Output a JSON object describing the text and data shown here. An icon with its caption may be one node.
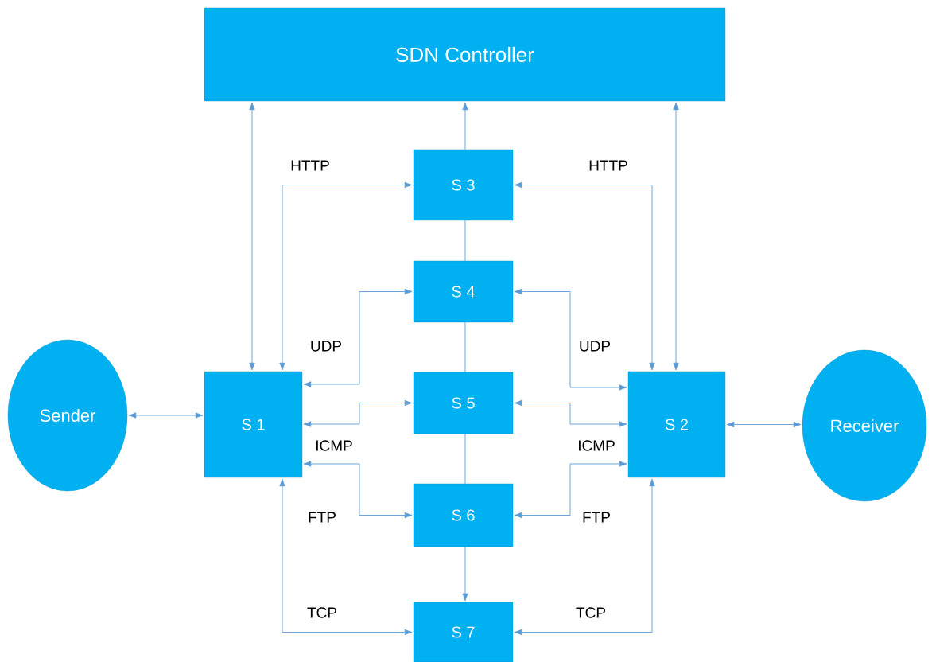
{
  "diagram": {
    "nodes": [
      {
        "text": [
          "SDN Controller"
        ]
      },
      {
        "text": [
          "S 3"
        ]
      },
      {
        "text": [
          "S 4"
        ]
      },
      {
        "text": [
          "Sender"
        ]
      },
      {
        "text": [
          "S 1"
        ]
      },
      {
        "text": [
          "S 5"
        ]
      },
      {
        "text": [
          "S 2"
        ]
      },
      {
        "text": [
          "Receiver"
        ]
      },
      {
        "text": [
          "S 6"
        ]
      },
      {
        "text": [
          "S 7"
        ]
      }
    ],
    "edges": [
      {
        "from": 0,
        "to": 4,
        "arrow": "both"
      },
      {
        "from": 0,
        "to": 6,
        "arrow": "both"
      },
      {
        "from": 1,
        "to": 0,
        "arrow": "to"
      },
      {
        "from": 1,
        "to": 2,
        "arrow": "none"
      },
      {
        "from": 2,
        "to": 5,
        "arrow": "none"
      },
      {
        "from": 5,
        "to": 8,
        "arrow": "none"
      },
      {
        "from": 8,
        "to": 9,
        "arrow": "to"
      },
      {
        "from": 3,
        "to": 4,
        "arrow": "both"
      },
      {
        "from": 6,
        "to": 7,
        "arrow": "both"
      },
      {
        "from": 4,
        "to": 1,
        "arrow": "both",
        "label": "HTTP"
      },
      {
        "from": 6,
        "to": 1,
        "arrow": "both",
        "label": "HTTP"
      },
      {
        "from": 4,
        "to": 2,
        "arrow": "both",
        "label": "UDP"
      },
      {
        "from": 6,
        "to": 2,
        "arrow": "both",
        "label": "UDP"
      },
      {
        "from": 4,
        "to": 5,
        "arrow": "both",
        "label": "ICMP"
      },
      {
        "from": 6,
        "to": 5,
        "arrow": "both",
        "label": "ICMP"
      },
      {
        "from": 4,
        "to": 8,
        "arrow": "both",
        "label": "FTP"
      },
      {
        "from": 6,
        "to": 8,
        "arrow": "both",
        "label": "FTP"
      },
      {
        "from": 4,
        "to": 9,
        "arrow": "both",
        "label": "TCP"
      },
      {
        "from": 6,
        "to": 9,
        "arrow": "both",
        "label": "TCP"
      }
    ]
  }
}
